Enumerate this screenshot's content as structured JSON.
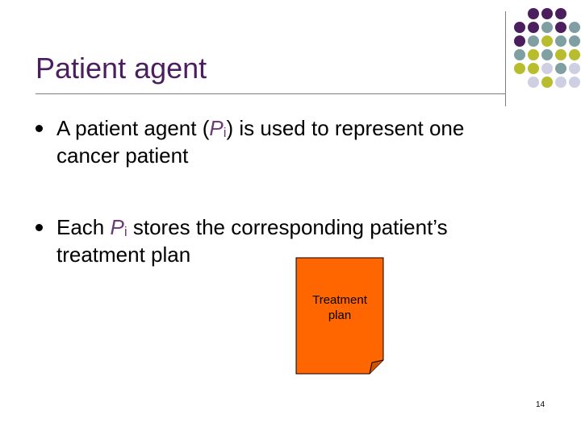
{
  "slide": {
    "title": "Patient agent",
    "page_number": "14"
  },
  "bullets": [
    {
      "part1": "A patient agent (",
      "var": "P",
      "sub": "i",
      "part2": ") is used to represent one",
      "line2": "cancer patient"
    },
    {
      "part1": "Each ",
      "var": "P",
      "sub": "i",
      "part2": " stores the corresponding patient’s",
      "line2": "treatment plan"
    }
  ],
  "note": {
    "line1": "Treatment",
    "line2": "plan",
    "fill_color": "#ff6600"
  },
  "colors": {
    "purple": "#4b1f5e",
    "teal": "#7f9fa3",
    "olive": "#b8bd2e",
    "lavender": "#cfcfe3"
  }
}
